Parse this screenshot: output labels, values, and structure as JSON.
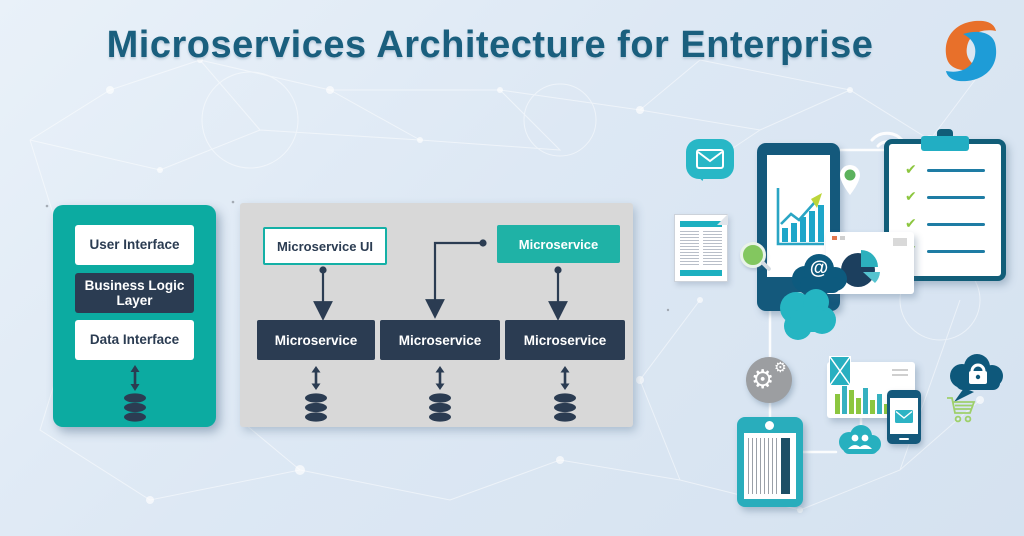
{
  "header": {
    "title": "Microservices Architecture for Enterprise"
  },
  "logo": {
    "name": "signity-swoosh-logo"
  },
  "colors": {
    "teal": "#0caba1",
    "teal_bright": "#28b7c6",
    "navy": "#2b3c52",
    "deep_blue": "#14597c",
    "panel_gray": "#d8d8d8",
    "green": "#8cc63f",
    "title_blue": "#1a5f7e",
    "background_blue": "#dde8f4",
    "logo_orange": "#e8702a",
    "logo_blue": "#1e9cd7"
  },
  "monolith_panel": {
    "layers": [
      {
        "label": "User Interface",
        "variant": "light"
      },
      {
        "label": "Business Logic Layer",
        "variant": "dark"
      },
      {
        "label": "Data Interface",
        "variant": "light"
      }
    ],
    "storage_icon": "database-cylinder"
  },
  "microservices_panel": {
    "ui_node": {
      "label": "Microservice UI"
    },
    "gateway_node": {
      "label": "Microservice"
    },
    "services": [
      {
        "label": "Microservice",
        "storage_icon": "database-cylinder"
      },
      {
        "label": "Microservice",
        "storage_icon": "database-cylinder"
      },
      {
        "label": "Microservice",
        "storage_icon": "database-cylinder"
      }
    ]
  },
  "illustration": {
    "at_glyph": "@",
    "check_glyph": "✔",
    "gear_glyph": "⚙",
    "checklist_items": 4,
    "icons": [
      "email-message-bubble",
      "document",
      "tablet-analytics",
      "location-pin",
      "wifi",
      "checklist-clipboard",
      "search-magnifier",
      "pie-chart-window",
      "email-cloud",
      "cloud",
      "gears-badge",
      "analytics-window",
      "envelope-badge",
      "mail-smartphone",
      "users-cloud",
      "barcode-device",
      "secure-cloud-bubble",
      "shopping-cart"
    ]
  }
}
